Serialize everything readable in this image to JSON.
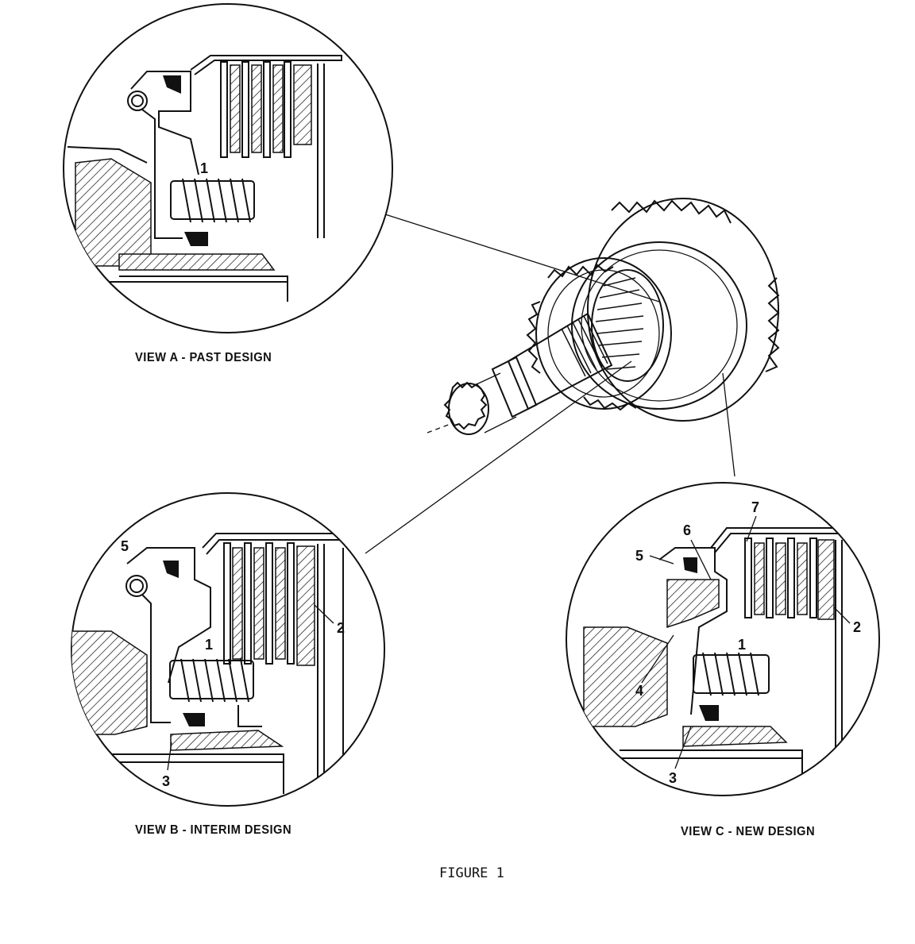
{
  "figure": {
    "caption": "FIGURE 1"
  },
  "views": [
    {
      "id": "A",
      "caption": "VIEW A - PAST DESIGN",
      "callouts": [
        "1"
      ]
    },
    {
      "id": "B",
      "caption": "VIEW B - INTERIM DESIGN",
      "callouts": [
        "5",
        "1",
        "2",
        "3"
      ]
    },
    {
      "id": "C",
      "caption": "VIEW C - NEW DESIGN",
      "callouts": [
        "7",
        "6",
        "5",
        "2",
        "1",
        "4",
        "3"
      ]
    }
  ]
}
